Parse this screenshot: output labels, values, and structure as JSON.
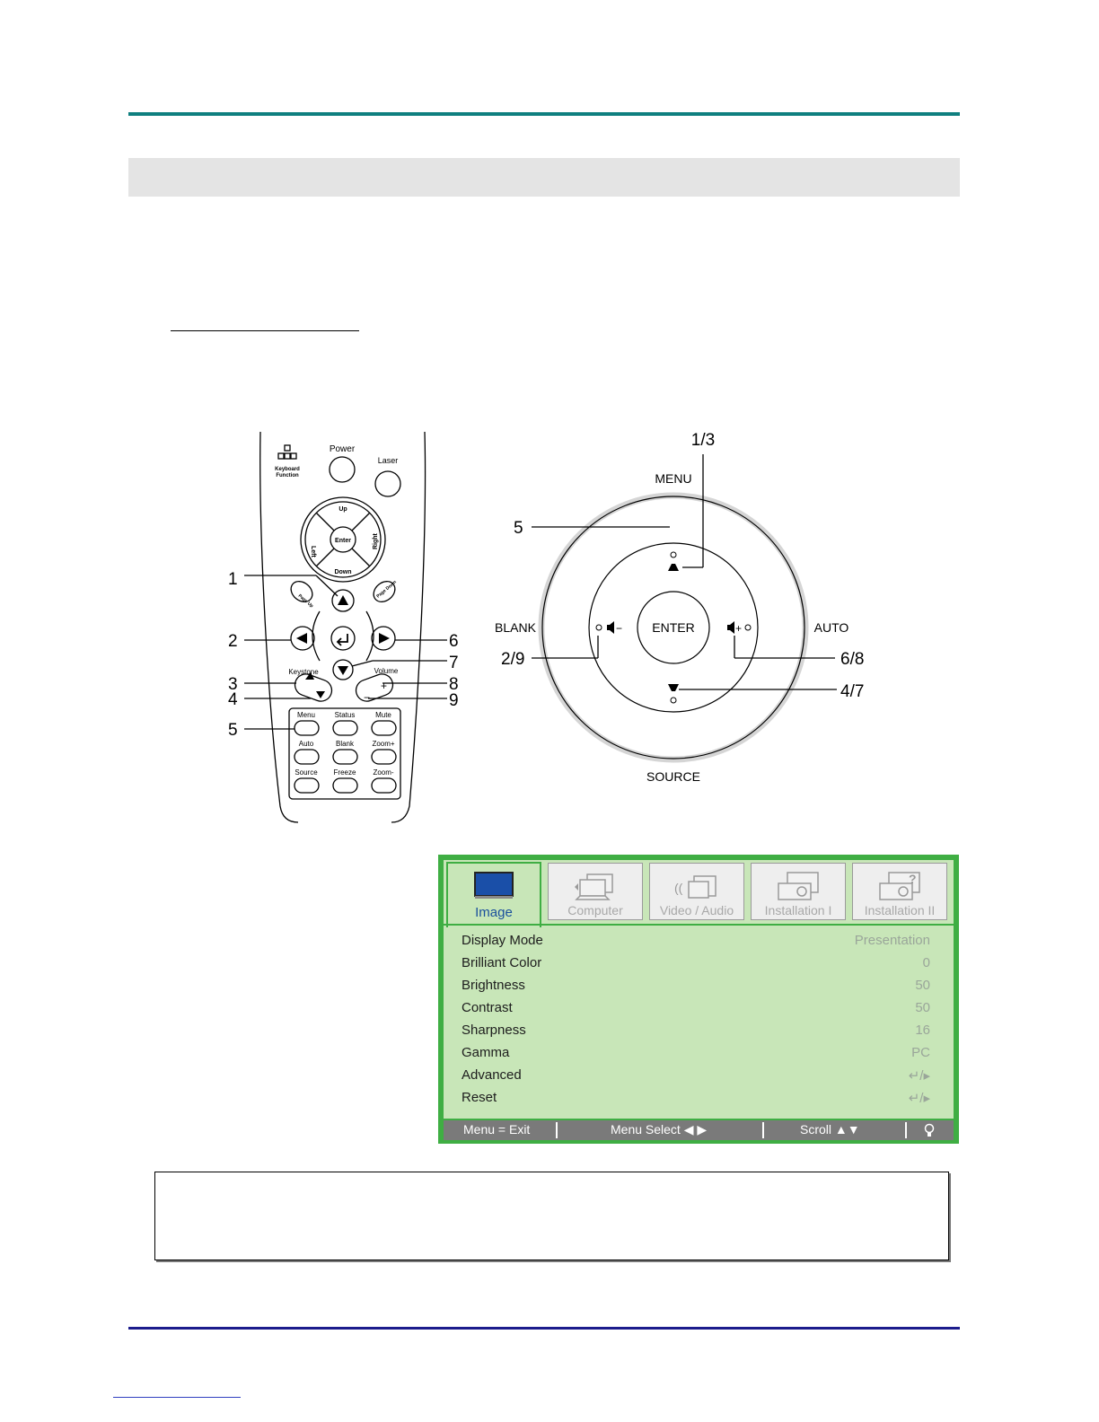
{
  "remote": {
    "buttons": {
      "power": "Power",
      "laser": "Laser",
      "keyboard_function": [
        "Keyboard",
        "Function"
      ],
      "up": "Up",
      "down": "Down",
      "left": "Left",
      "right": "Right",
      "enter": "Enter",
      "page_up": "Page Up",
      "page_down": "Page Down",
      "keystone": "Keystone",
      "volume": "Volume",
      "menu": "Menu",
      "status": "Status",
      "mute": "Mute",
      "auto": "Auto",
      "blank": "Blank",
      "zoom_plus": "Zoom+",
      "source": "Source",
      "freeze": "Freeze",
      "zoom_minus": "Zoom-"
    },
    "callouts": [
      "1",
      "2",
      "3",
      "4",
      "5",
      "6",
      "7",
      "8",
      "9"
    ]
  },
  "keypad": {
    "labels": {
      "menu": "MENU",
      "blank": "BLANK",
      "auto": "AUTO",
      "source": "SOURCE",
      "enter": "ENTER"
    },
    "callouts": [
      "1/3",
      "5",
      "2/9",
      "6/8",
      "4/7"
    ]
  },
  "osd": {
    "tabs": [
      {
        "label": "Image",
        "icon": "monitor-icon",
        "active": true
      },
      {
        "label": "Computer",
        "icon": "computer-icon",
        "active": false
      },
      {
        "label": "Video / Audio",
        "icon": "video-audio-icon",
        "active": false
      },
      {
        "label": "Installation I",
        "icon": "projector-icon",
        "active": false
      },
      {
        "label": "Installation II",
        "icon": "projector-question-icon",
        "active": false
      }
    ],
    "rows": [
      {
        "label": "Display Mode",
        "value": "Presentation"
      },
      {
        "label": "Brilliant Color",
        "value": "0"
      },
      {
        "label": "Brightness",
        "value": "50"
      },
      {
        "label": "Contrast",
        "value": "50"
      },
      {
        "label": "Sharpness",
        "value": "16"
      },
      {
        "label": "Gamma",
        "value": "PC"
      },
      {
        "label": "Advanced",
        "value": "↵/▸"
      },
      {
        "label": "Reset",
        "value": "↵/▸"
      }
    ],
    "footer": {
      "exit": "Menu = Exit",
      "select": "Menu Select ◀ ▶",
      "scroll": "Scroll ▲▼"
    },
    "colors": {
      "frame": "#3fae43",
      "panel": "#c8e6b8",
      "active_tab_text": "#1a4f9c",
      "footer": "#7a7a7a"
    }
  }
}
